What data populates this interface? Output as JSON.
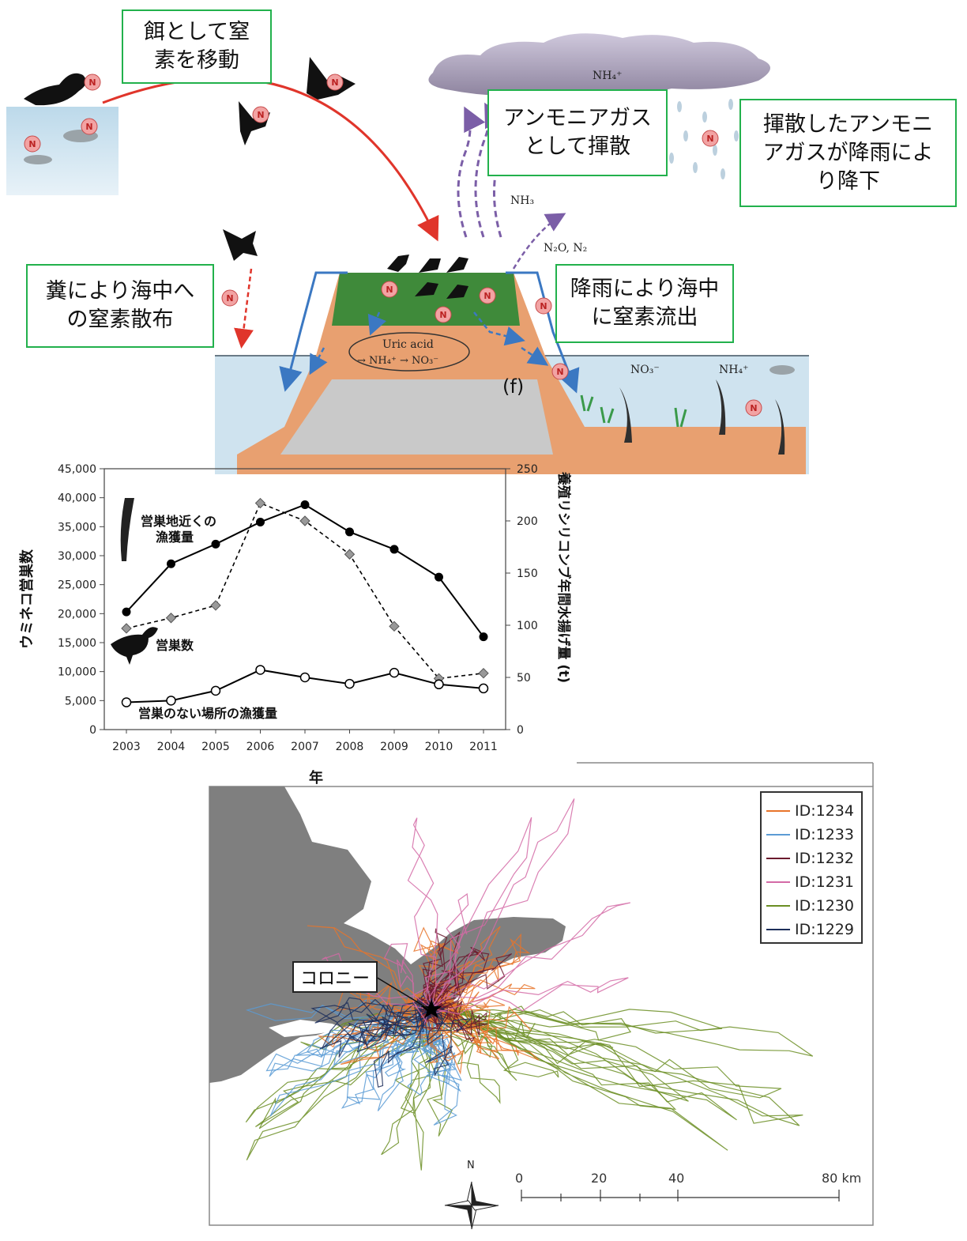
{
  "diagram": {
    "boxes": {
      "feed": [
        "餌として窒",
        "素を移動"
      ],
      "volatilize": [
        "アンモニアガス",
        "として揮散"
      ],
      "rain_deposit": [
        "揮散したアンモニ",
        "アガスが降雨によ",
        "り降下"
      ],
      "feces": [
        "糞により海中へ",
        "の窒素散布"
      ],
      "runoff": [
        "降雨により海中",
        "に窒素流出"
      ]
    },
    "labels": {
      "cloud": "NH₄⁺",
      "nh3": "NH₃",
      "n2o": "N₂O, N₂",
      "uric_line1": "Uric acid",
      "uric_line2": "→ NH₄⁺ → NO₃⁻",
      "panel_tag": "(f)",
      "no3": "NO₃⁻",
      "nh4": "NH₄⁺",
      "n": "N"
    },
    "colors": {
      "box_border": "#22b14c",
      "n_circle": "#f2a3a3",
      "red_arrow": "#e0352b",
      "purple_arrow": "#7b5ea7",
      "blue_arrow": "#3b78c2",
      "green_top": "#3f8a3a",
      "soil": "#e8a070",
      "sea": "#cfe3ef"
    }
  },
  "chart_data": {
    "type": "line",
    "categories": [
      "2003",
      "2004",
      "2005",
      "2006",
      "2007",
      "2008",
      "2009",
      "2010",
      "2011"
    ],
    "series": [
      {
        "name": "営巣数",
        "axis": "left",
        "marker": "filled-circle",
        "values": [
          20300,
          28600,
          32000,
          35800,
          38800,
          34100,
          31100,
          26300,
          16000
        ]
      },
      {
        "name": "営巣地近くの漁獲量",
        "axis": "right",
        "marker": "gray-diamond",
        "dashed": true,
        "values": [
          97,
          107,
          119,
          217,
          200,
          168,
          99,
          49,
          54
        ]
      },
      {
        "name": "営巣のない場所の漁獲量",
        "axis": "left",
        "marker": "open-circle",
        "values": [
          4700,
          5000,
          6700,
          10300,
          9000,
          7900,
          9800,
          7800,
          7100
        ]
      }
    ],
    "xlabel": "年",
    "ylabel": "ウミネコ営巣数",
    "y2label": "養殖リシリコンブ年間水揚げ量 (t)",
    "ylim": [
      0,
      45000
    ],
    "y2lim": [
      0,
      250
    ],
    "yticks": [
      "0",
      "5,000",
      "10,000",
      "15,000",
      "20,000",
      "25,000",
      "30,000",
      "35,000",
      "40,000",
      "45,000"
    ],
    "y2ticks": [
      "0",
      "50",
      "100",
      "150",
      "200",
      "250"
    ],
    "annotations": {
      "near": [
        "営巣地近くの",
        "漁獲量"
      ],
      "nests": "営巣数",
      "far": "営巣のない場所の漁獲量"
    }
  },
  "map": {
    "colony_label": "コロニー",
    "north": "N",
    "scale_ticks": [
      "0",
      "20",
      "40",
      "80 km"
    ],
    "legend": [
      {
        "label": "ID:1234",
        "color": "#e8742a"
      },
      {
        "label": "ID:1233",
        "color": "#5b9bd5"
      },
      {
        "label": "ID:1232",
        "color": "#6b1a2e"
      },
      {
        "label": "ID:1231",
        "color": "#d46aa6"
      },
      {
        "label": "ID:1230",
        "color": "#6b8e23"
      },
      {
        "label": "ID:1229",
        "color": "#1c2e5a"
      }
    ]
  }
}
